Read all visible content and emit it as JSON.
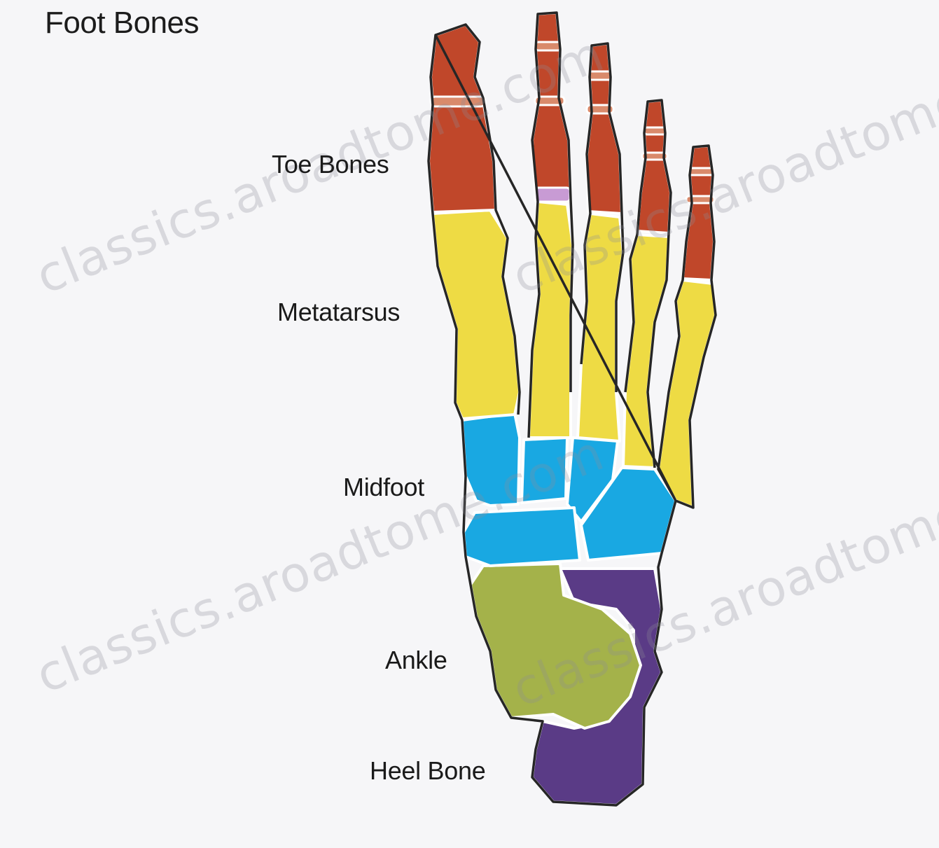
{
  "title": "Foot Bones",
  "labels": {
    "toe_bones": "Toe Bones",
    "metatarsus": "Metatarsus",
    "midfoot": "Midfoot",
    "ankle": "Ankle",
    "heel_bone": "Heel Bone"
  },
  "watermark": {
    "text_a": "classics.aroadtome.com",
    "text_b": "classics.aroadtome.com"
  },
  "colors": {
    "toe_bones": "#c0472a",
    "metatarsus": "#eedb44",
    "midfoot": "#19a8e2",
    "ankle": "#a4b24a",
    "heel_bone": "#5a3b86"
  }
}
